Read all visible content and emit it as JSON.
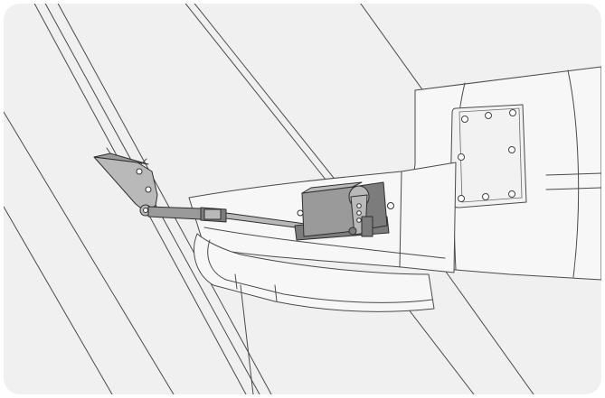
{
  "image": {
    "parts": [
      "wing-skin",
      "aileron",
      "control-horn",
      "pushrod",
      "servo",
      "servo-arm",
      "hatch-cover"
    ],
    "palette": {
      "background": "#f0f0f0",
      "line": "#4a4a4a",
      "metal": "#9a9a9a",
      "metal_dark": "#7c7c7c",
      "metal_light": "#b9b9b9"
    }
  }
}
